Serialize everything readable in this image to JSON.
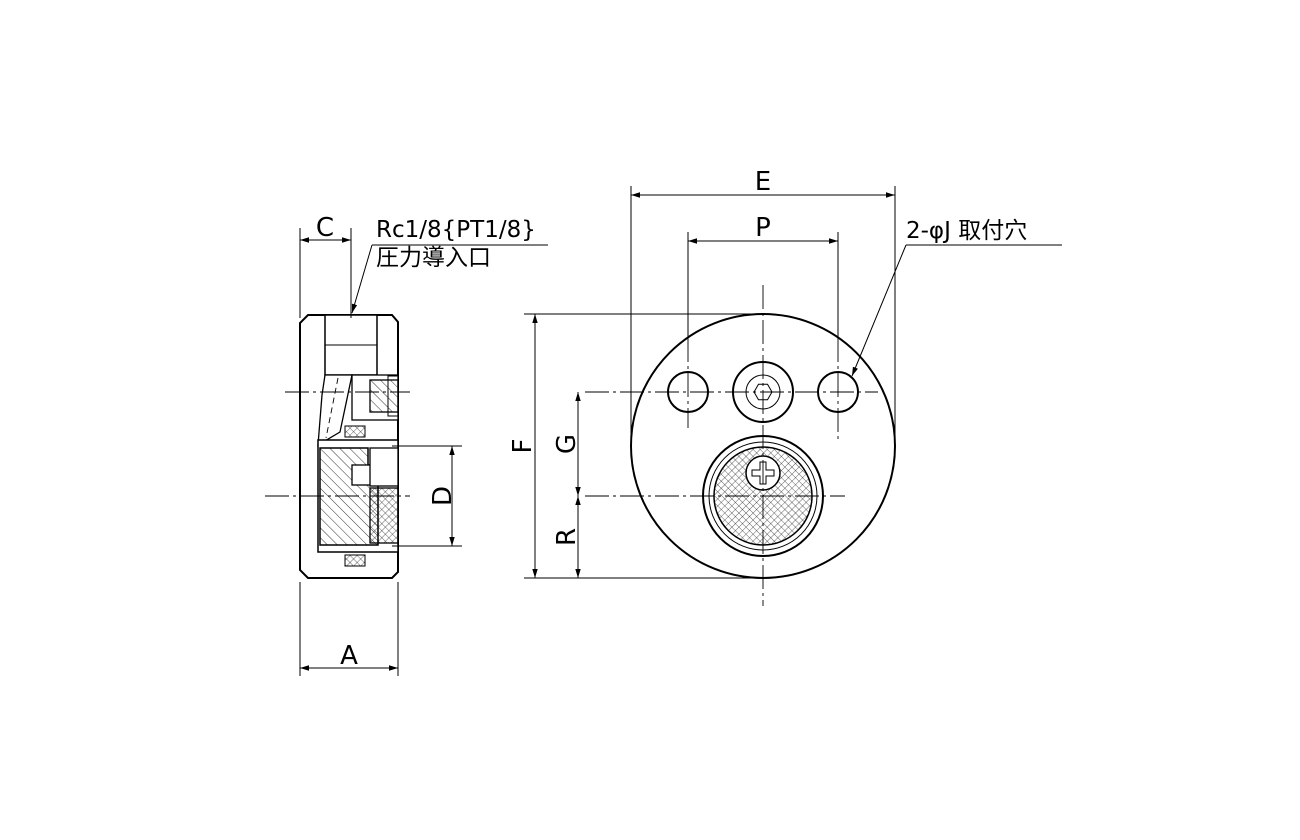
{
  "dimension_labels": {
    "a": "A",
    "c": "C",
    "d": "D",
    "e": "E",
    "f": "F",
    "g": "G",
    "p": "P",
    "r": "R"
  },
  "notes": {
    "port_thread": "Rc1/8{PT1/8}",
    "port_name": "圧力導入口",
    "mount_holes": "2-φJ 取付穴"
  }
}
